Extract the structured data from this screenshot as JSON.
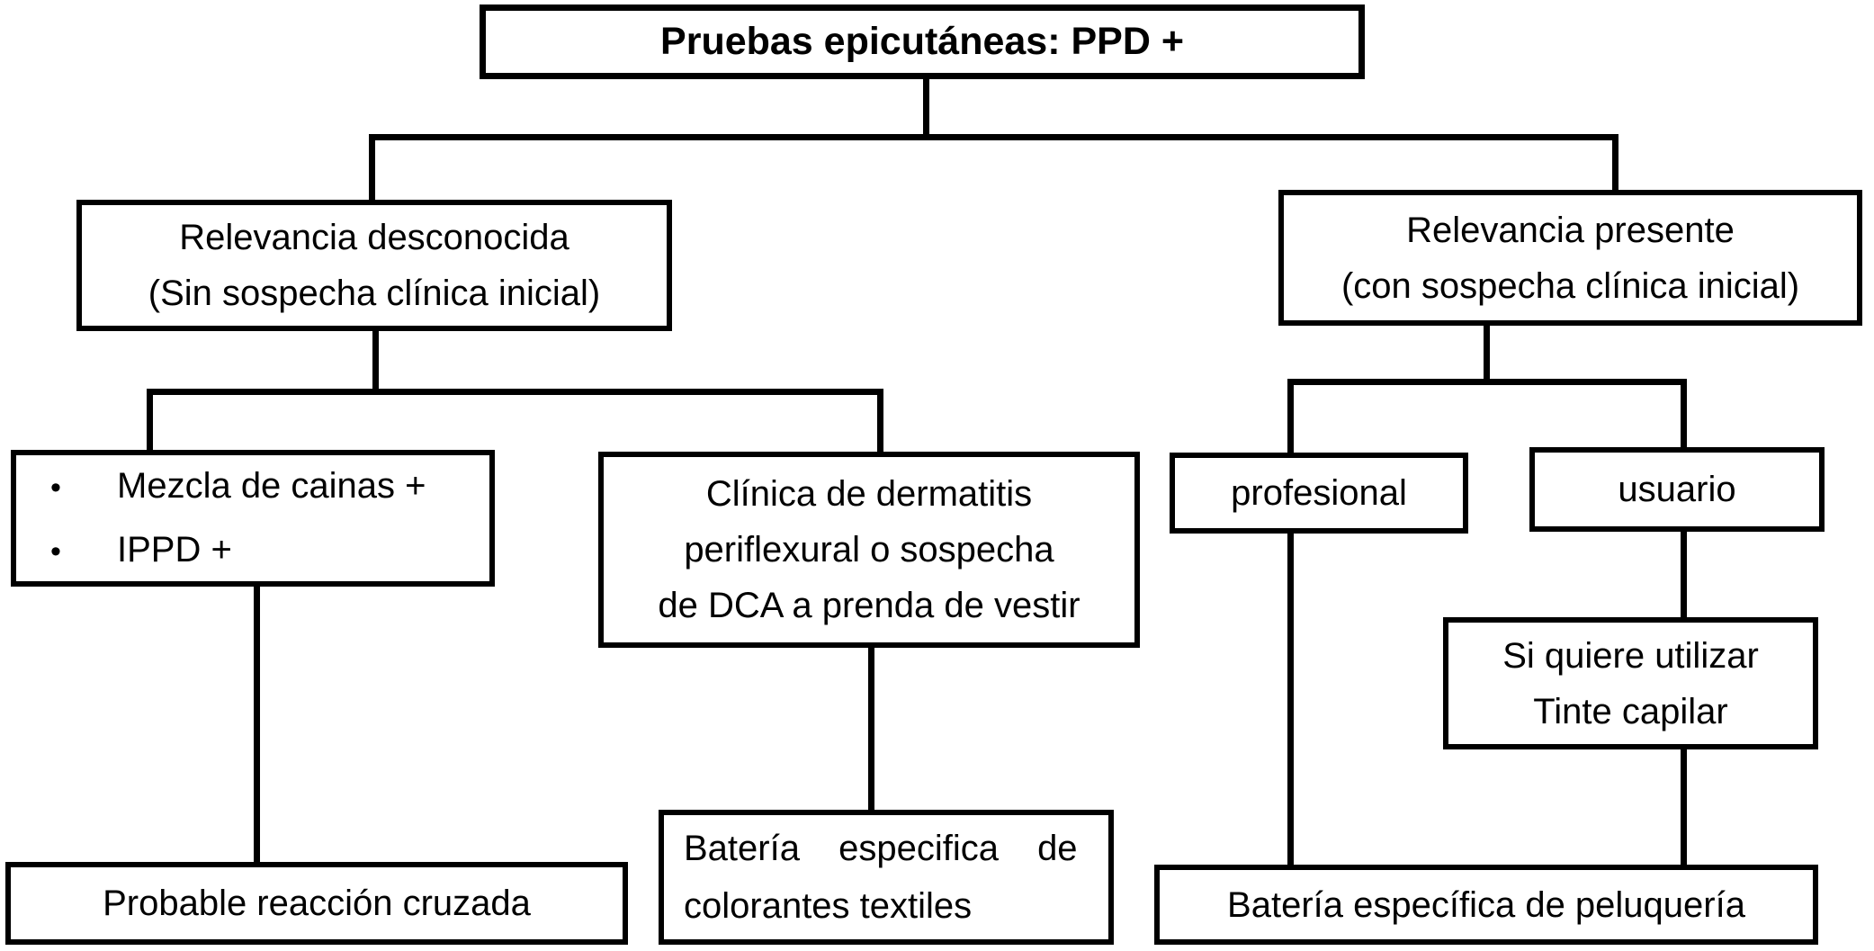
{
  "figure": {
    "type": "flowchart",
    "background_color": "#ffffff",
    "ink_color": "#000000",
    "bullet_char": "•",
    "nodes": {
      "title": {
        "text": "Pruebas epicutáneas: PPD +"
      },
      "relevancia_desconocida": {
        "lines": [
          "Relevancia desconocida",
          "(Sin sospecha clínica inicial)"
        ]
      },
      "relevancia_presente": {
        "lines": [
          "Relevancia presente",
          "(con sospecha clínica inicial)"
        ]
      },
      "alergenos": {
        "items": [
          "Mezcla de cainas +",
          "IPPD +"
        ]
      },
      "clinica_dermatitis": {
        "lines": [
          "Clínica de dermatitis",
          "periflexural o sospecha",
          "de DCA a prenda de vestir"
        ]
      },
      "profesional": {
        "text": "profesional"
      },
      "usuario": {
        "text": "usuario"
      },
      "tinte_capilar": {
        "lines": [
          "Si quiere utilizar",
          "Tinte capilar"
        ]
      },
      "probable_reaccion_cruzada": {
        "text": "Probable reacción cruzada"
      },
      "bateria_colorantes_textiles": {
        "lines": [
          "Batería especifica de",
          "colorantes textiles"
        ]
      },
      "bateria_peluqueria": {
        "text": "Batería específica de peluquería"
      }
    }
  }
}
